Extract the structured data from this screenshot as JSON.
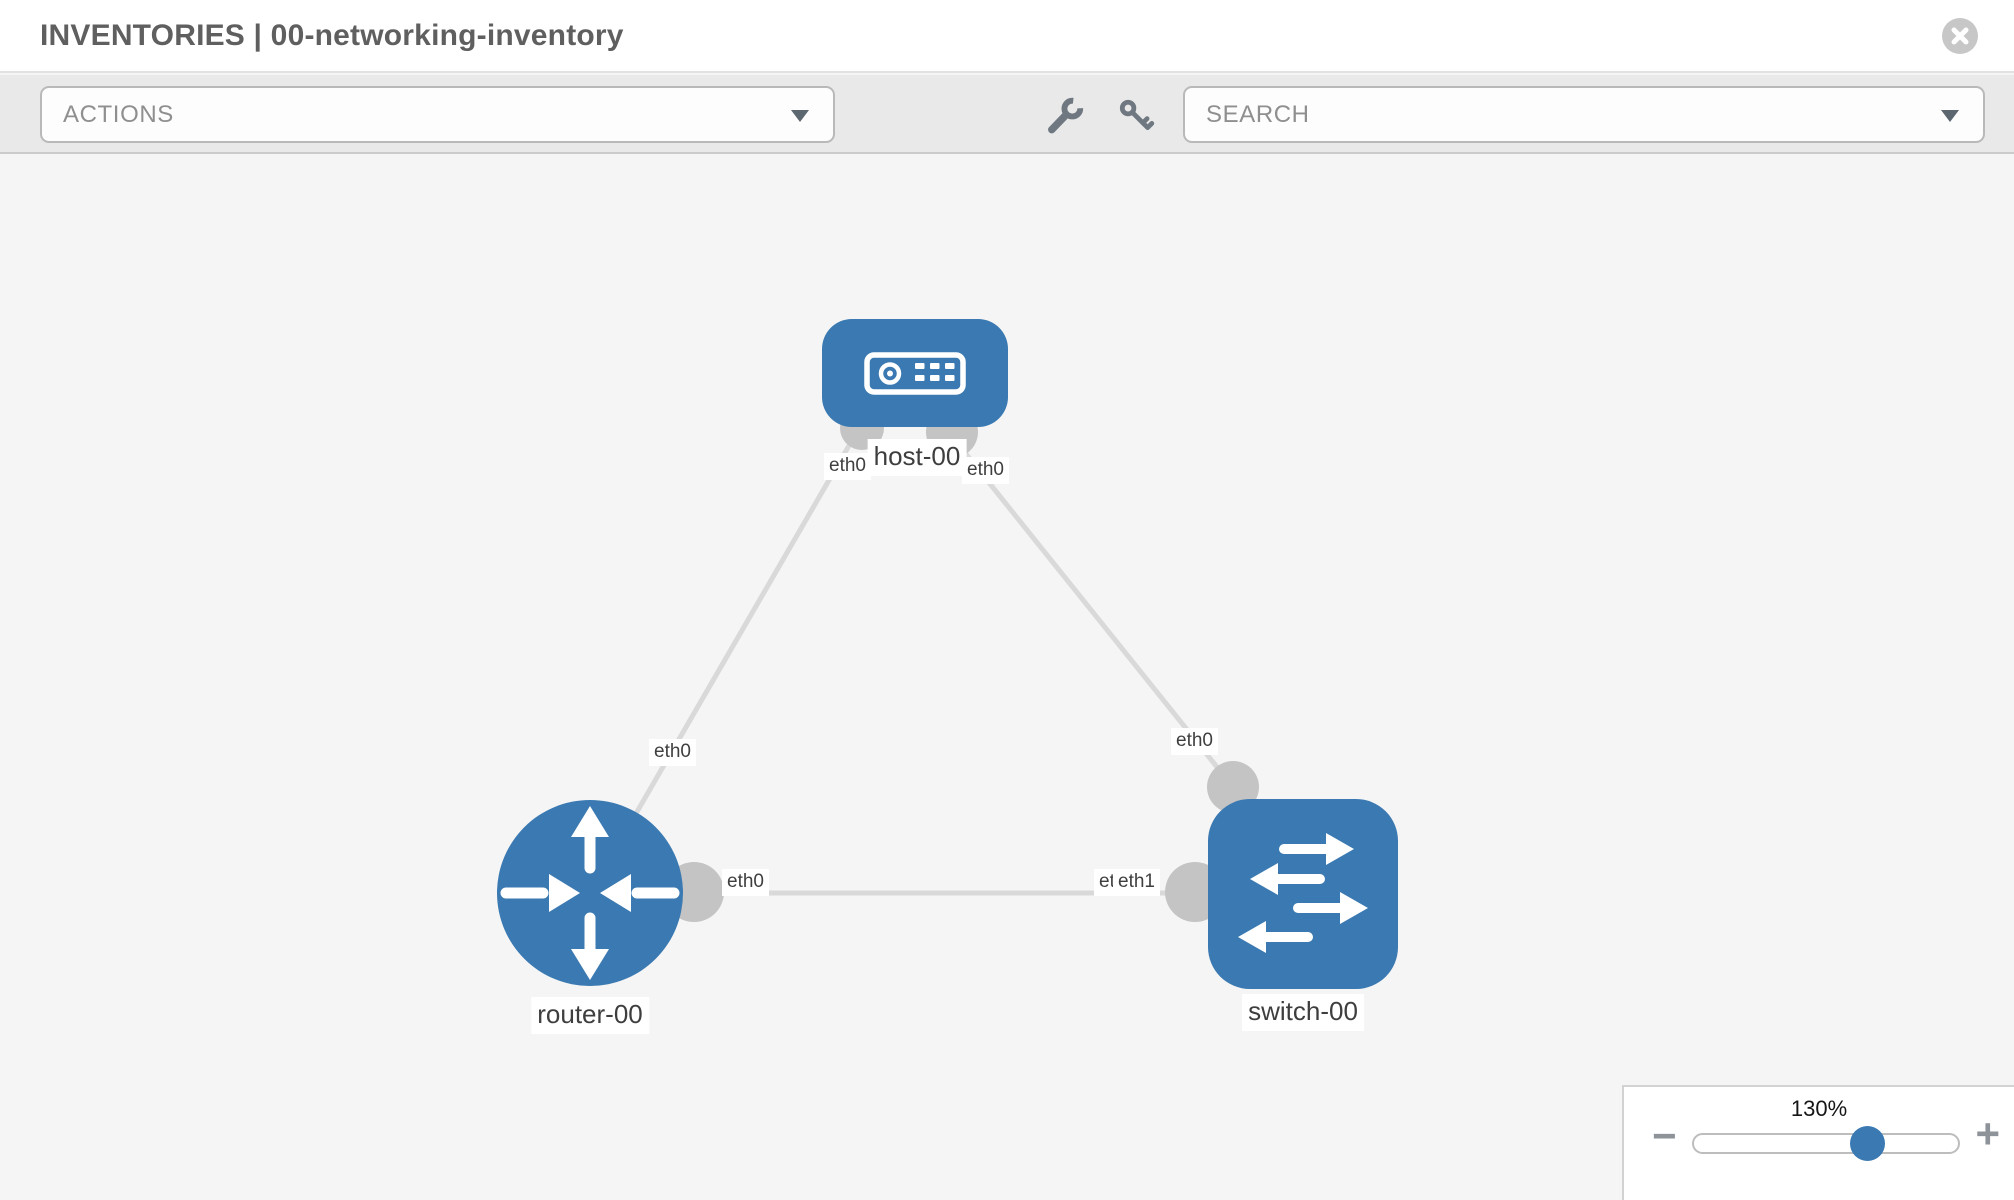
{
  "header": {
    "title": "INVENTORIES | 00-networking-inventory"
  },
  "toolbar": {
    "actions_label": "ACTIONS",
    "search_label": "SEARCH",
    "icons": [
      "wrench-icon",
      "key-icon"
    ]
  },
  "topology": {
    "nodes": [
      {
        "id": "host-00",
        "label": "host-00",
        "type": "host"
      },
      {
        "id": "router-00",
        "label": "router-00",
        "type": "router"
      },
      {
        "id": "switch-00",
        "label": "switch-00",
        "type": "switch"
      }
    ],
    "links": [
      {
        "from": "host-00",
        "from_if": "eth0",
        "to": "router-00",
        "to_if": "eth0"
      },
      {
        "from": "host-00",
        "from_if": "eth0",
        "to": "switch-00",
        "to_if": "eth0"
      },
      {
        "from": "router-00",
        "from_if": "eth0",
        "to": "switch-00",
        "to_if": "eth1"
      }
    ],
    "iface_labels": {
      "host_left": "eth0",
      "host_right": "eth0",
      "host_router_mid": "eth0",
      "host_switch_mid": "eth0",
      "router_switch_left": "eth0",
      "router_switch_right_back": "eth0",
      "router_switch_right_front": "eth1"
    }
  },
  "zoom_control": {
    "level": "130%",
    "minus_label": "−",
    "plus_label": "+"
  },
  "colors": {
    "node_blue": "#3a79b1",
    "link_gray": "#d9d9d9",
    "connector_gray": "#c4c4c4"
  }
}
